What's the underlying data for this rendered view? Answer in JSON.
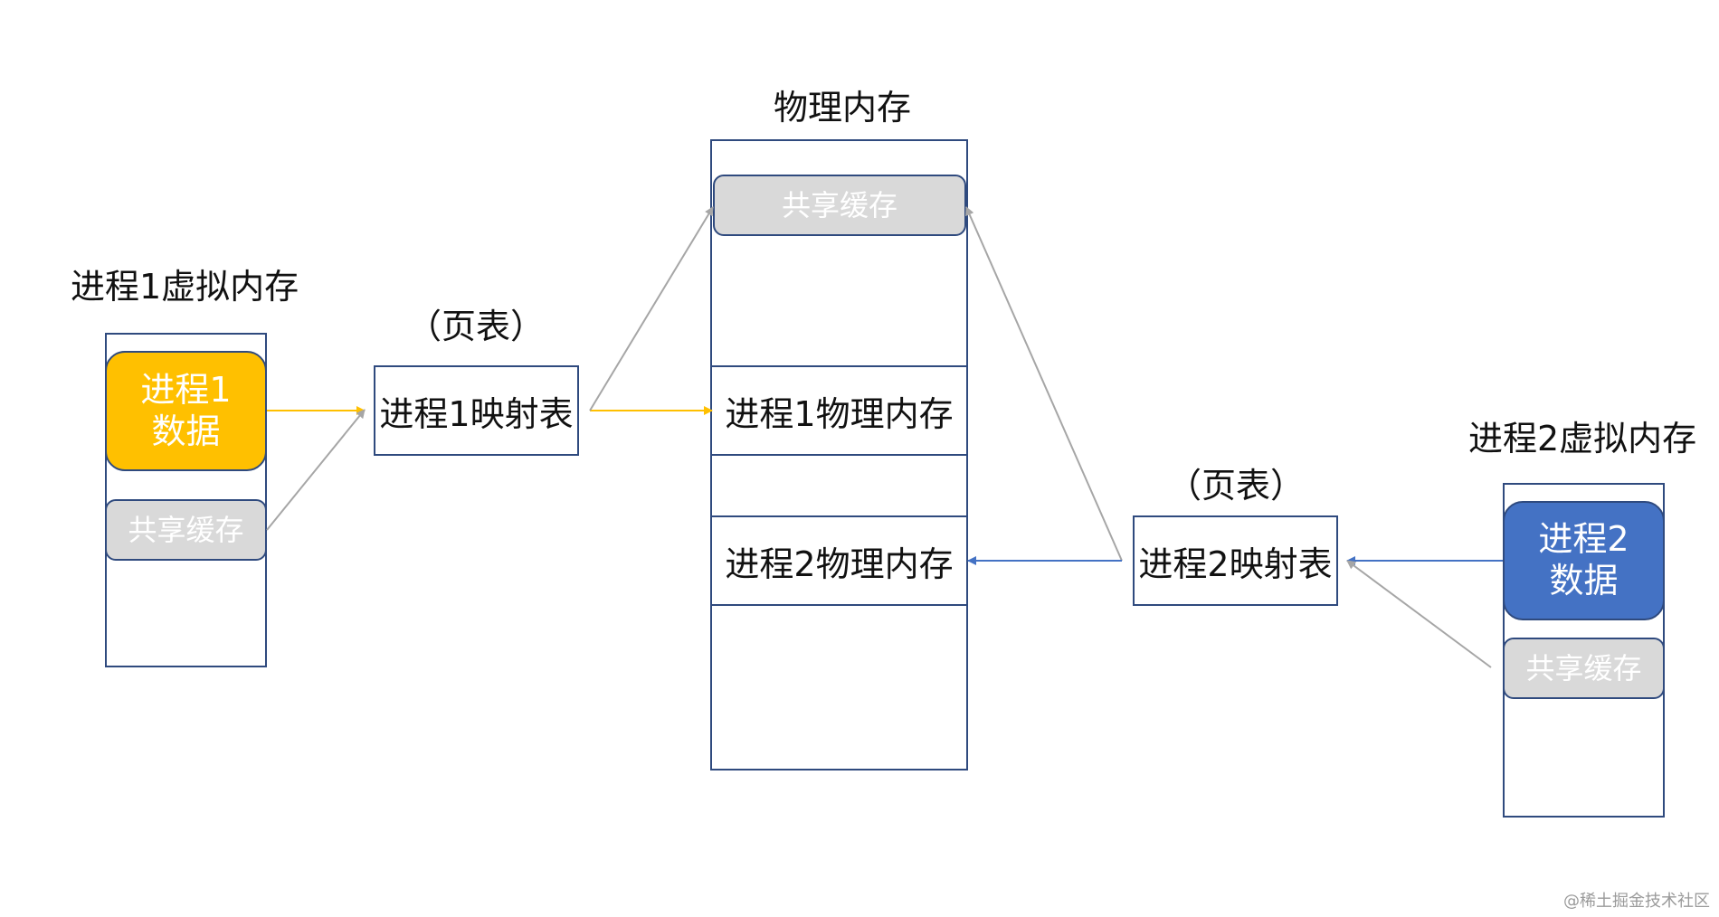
{
  "physical_memory": {
    "title": "物理内存",
    "shared_cache": "共享缓存",
    "process1_region": "进程1物理内存",
    "process2_region": "进程2物理内存"
  },
  "process1": {
    "virtual_title": "进程1虚拟内存",
    "data_line1": "进程1",
    "data_line2": "数据",
    "shared_cache": "共享缓存",
    "page_table_label": "（页表）",
    "map_table": "进程1映射表"
  },
  "process2": {
    "virtual_title": "进程2虚拟内存",
    "data_line1": "进程2",
    "data_line2": "数据",
    "shared_cache": "共享缓存",
    "page_table_label": "（页表）",
    "map_table": "进程2映射表"
  },
  "colors": {
    "process1_accent": "#ffc000",
    "process2_accent": "#4472c4",
    "shared_gray": "#d9d9d9",
    "link_gray": "#a6a6a6",
    "border": "#2f4a7e"
  },
  "watermark": "@稀土掘金技术社区"
}
